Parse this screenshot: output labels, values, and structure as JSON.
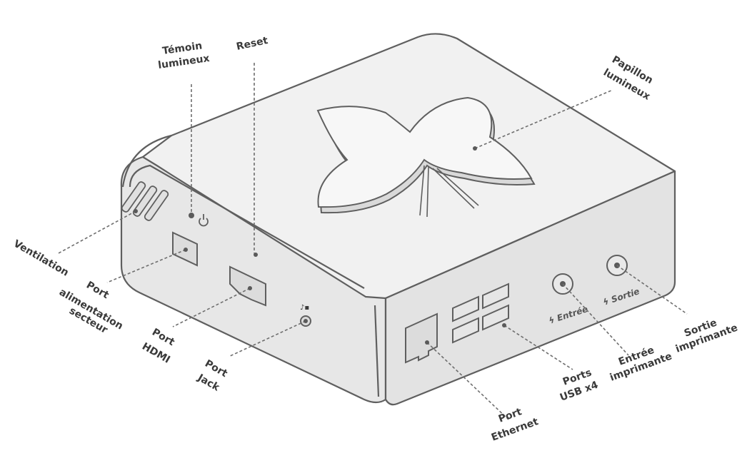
{
  "labels": {
    "temoin_line1": "Témoin",
    "temoin_line2": "lumineux",
    "reset": "Reset",
    "papillon_line1": "Papillon",
    "papillon_line2": "lumineux",
    "ventilation": "Ventilation",
    "port_alim_line1": "Port",
    "port_alim_line2": "alimentation",
    "port_alim_line3": "secteur",
    "port_hdmi_line1": "Port",
    "port_hdmi_line2": "HDMI",
    "port_jack_line1": "Port",
    "port_jack_line2": "Jack",
    "port_ethernet_line1": "Port",
    "port_ethernet_line2": "Ethernet",
    "ports_usb_line1": "Ports",
    "ports_usb_line2": "USB x4",
    "entree_line1": "Entrée",
    "entree_line2": "imprimante",
    "sortie_line1": "Sortie",
    "sortie_line2": "imprimante"
  },
  "device_marks": {
    "entree": "ϟ Entrée",
    "sortie": "ϟ Sortie"
  },
  "icons": [
    "power-icon",
    "headphone-icon",
    "butterfly-logo"
  ]
}
